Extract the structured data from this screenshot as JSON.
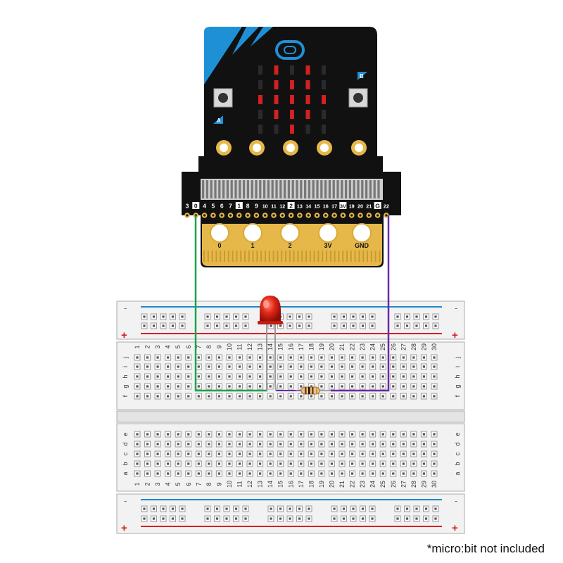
{
  "footnote": "*micro:bit not included",
  "colors": {
    "board": "#111111",
    "blue_accent": "#1e90d6",
    "led_on": "#d32020",
    "led_off": "#2a2a2a",
    "gold": "#e6b84a",
    "wire_green": "#1aa54a",
    "wire_purple": "#6a2aa8",
    "rail_blue": "#1e88c8",
    "rail_red": "#d42020",
    "breadboard": "#f2f2f2",
    "hole": "#9a9a9a"
  },
  "microbit": {
    "button_a": "A",
    "button_b": "B",
    "led_matrix": [
      [
        0,
        1,
        0,
        1,
        0
      ],
      [
        0,
        1,
        1,
        1,
        0
      ],
      [
        1,
        1,
        1,
        1,
        1
      ],
      [
        0,
        1,
        1,
        1,
        0
      ],
      [
        0,
        0,
        1,
        0,
        0
      ]
    ]
  },
  "edge_connector": {
    "pin_labels": [
      "3",
      "0",
      "4",
      "5",
      "6",
      "7",
      "1",
      "8",
      "9",
      "10",
      "11",
      "12",
      "2",
      "13",
      "14",
      "15",
      "16",
      "17",
      "3V",
      "19",
      "20",
      "21",
      "G",
      "22"
    ],
    "highlighted_pins": [
      "0",
      "1",
      "2",
      "3V",
      "G"
    ],
    "pads": [
      "0",
      "1",
      "2",
      "3V",
      "GND"
    ]
  },
  "breadboard": {
    "rail_minus": "-",
    "rail_plus": "+",
    "column_numbers": [
      "1",
      "2",
      "3",
      "4",
      "5",
      "6",
      "7",
      "8",
      "9",
      "10",
      "11",
      "12",
      "13",
      "14",
      "15",
      "16",
      "17",
      "18",
      "19",
      "20",
      "21",
      "22",
      "23",
      "24",
      "25",
      "26",
      "27",
      "28",
      "29",
      "30"
    ],
    "rows_top": [
      "j",
      "i",
      "h",
      "g",
      "f"
    ],
    "rows_bottom": [
      "e",
      "d",
      "c",
      "b",
      "a"
    ]
  },
  "components": {
    "led": "red-led",
    "resistor": "resistor",
    "wires": [
      "green-wire-pin0",
      "purple-wire-gnd"
    ]
  }
}
